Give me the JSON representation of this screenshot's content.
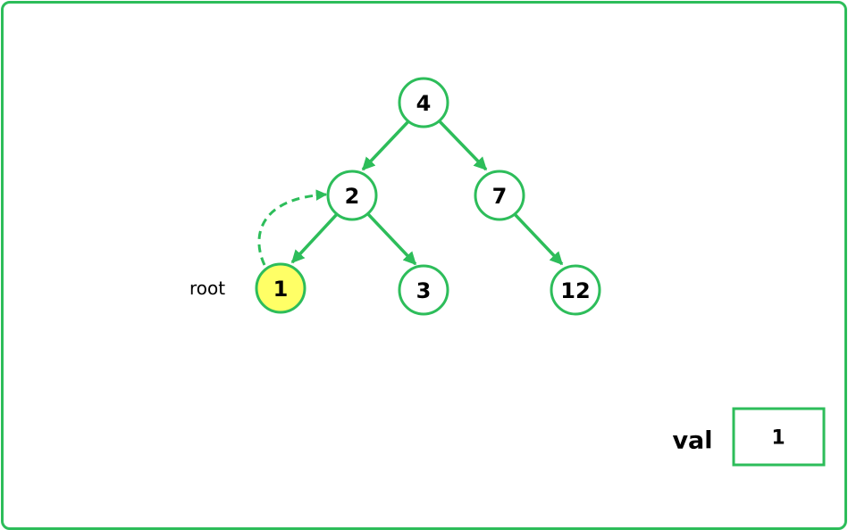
{
  "colors": {
    "stroke": "#2dbd5a",
    "highlight_fill": "#ffff66",
    "text": "#000000"
  },
  "tree": {
    "nodes": [
      {
        "id": "n4",
        "label": "4",
        "highlighted": false
      },
      {
        "id": "n2",
        "label": "2",
        "highlighted": false
      },
      {
        "id": "n7",
        "label": "7",
        "highlighted": false
      },
      {
        "id": "n1",
        "label": "1",
        "highlighted": true
      },
      {
        "id": "n3",
        "label": "3",
        "highlighted": false
      },
      {
        "id": "n12",
        "label": "12",
        "highlighted": false
      }
    ],
    "edges": [
      {
        "from": "4",
        "to": "2"
      },
      {
        "from": "4",
        "to": "7"
      },
      {
        "from": "2",
        "to": "1"
      },
      {
        "from": "2",
        "to": "3"
      },
      {
        "from": "7",
        "to": "12"
      }
    ],
    "return_arrow": {
      "from": "1",
      "to": "2",
      "style": "dashed"
    },
    "pointer_label": "root"
  },
  "variable": {
    "name": "val",
    "value": "1"
  }
}
